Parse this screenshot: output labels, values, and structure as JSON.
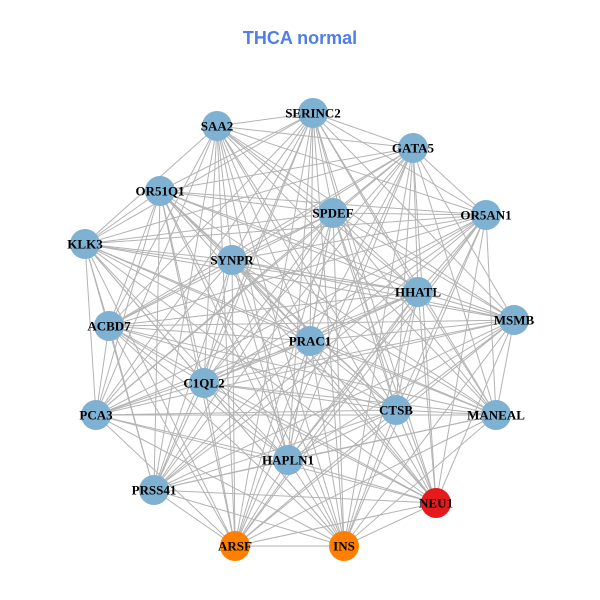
{
  "title": "THCA normal",
  "colors": {
    "title": "#4f7fe6",
    "default_node": "#7fb1d3",
    "edge": "#b3b3b3",
    "highlight_red": "#e41a1c",
    "highlight_orange": "#ff7f00"
  },
  "nodes": [
    {
      "id": "SERINC2",
      "color": "#7fb1d3"
    },
    {
      "id": "SAA2",
      "color": "#7fb1d3"
    },
    {
      "id": "GATA5",
      "color": "#7fb1d3"
    },
    {
      "id": "OR51Q1",
      "color": "#7fb1d3"
    },
    {
      "id": "SPDEF",
      "color": "#7fb1d3"
    },
    {
      "id": "OR5AN1",
      "color": "#7fb1d3"
    },
    {
      "id": "KLK3",
      "color": "#7fb1d3"
    },
    {
      "id": "SYNPR",
      "color": "#7fb1d3"
    },
    {
      "id": "HHATL",
      "color": "#7fb1d3"
    },
    {
      "id": "MSMB",
      "color": "#7fb1d3"
    },
    {
      "id": "ACBD7",
      "color": "#7fb1d3"
    },
    {
      "id": "PRAC1",
      "color": "#7fb1d3"
    },
    {
      "id": "C1QL2",
      "color": "#7fb1d3"
    },
    {
      "id": "CTSB",
      "color": "#7fb1d3"
    },
    {
      "id": "MANEAL",
      "color": "#7fb1d3"
    },
    {
      "id": "PCA3",
      "color": "#7fb1d3"
    },
    {
      "id": "HAPLN1",
      "color": "#7fb1d3"
    },
    {
      "id": "PRSS41",
      "color": "#7fb1d3"
    },
    {
      "id": "NEU1",
      "color": "#e41a1c"
    },
    {
      "id": "ARSF",
      "color": "#ff7f00"
    },
    {
      "id": "INS",
      "color": "#ff7f00"
    }
  ],
  "edges_note": "dense near-complete graph",
  "edges_missing": [
    [
      "SAA2",
      "OR51Q1"
    ],
    [
      "MSMB",
      "OR5AN1"
    ],
    [
      "PRSS41",
      "PCA3"
    ],
    [
      "MANEAL",
      "NEU1"
    ]
  ]
}
